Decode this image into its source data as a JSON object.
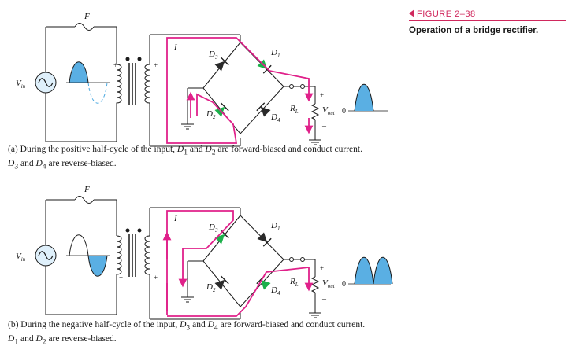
{
  "figure": {
    "number": "FIGURE 2–38",
    "title": "Operation of a bridge rectifier."
  },
  "labels": {
    "fuse": "F",
    "vin_main": "V",
    "vin_sub": "in",
    "current": "I",
    "d1_main": "D",
    "d1_sub": "1",
    "d2_main": "D",
    "d2_sub": "2",
    "d3_main": "D",
    "d3_sub": "3",
    "d4_main": "D",
    "d4_sub": "4",
    "rl_main": "R",
    "rl_sub": "L",
    "vout_main": "V",
    "vout_sub": "out",
    "zero": "0",
    "plus": "+",
    "minus": "–"
  },
  "captions": {
    "a_line1_pre": "(a) During the positive half-cycle of the input, ",
    "a_d1": "D",
    "a_d1_sub": "1",
    "a_and": " and ",
    "a_d2": "D",
    "a_d2_sub": "2",
    "a_line1_post": " are forward-biased and conduct current.",
    "a_d3": "D",
    "a_d3_sub": "3",
    "a_and2": " and ",
    "a_d4": "D",
    "a_d4_sub": "4",
    "a_line2_post": " are reverse-biased.",
    "b_line1_pre": "(b) During the negative half-cycle of the input, ",
    "b_d3": "D",
    "b_d3_sub": "3",
    "b_and": " and ",
    "b_d4": "D",
    "b_d4_sub": "4",
    "b_line1_post": " are forward-biased and conduct current.",
    "b_d1": "D",
    "b_d1_sub": "1",
    "b_and2": " and ",
    "b_d2": "D",
    "b_d2_sub": "2",
    "b_line2_post": " are reverse-biased."
  },
  "colors": {
    "current_path": "#e0218a",
    "forward_diode": "#1bb04a",
    "waveform": "#4aa8e0",
    "wire": "#1a1a1a",
    "accent": "#d0285d"
  }
}
